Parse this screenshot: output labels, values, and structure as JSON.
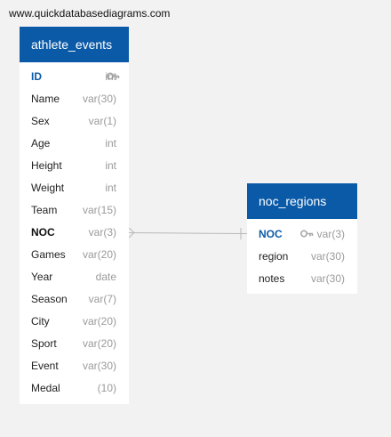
{
  "watermark": "www.quickdatabasediagrams.com",
  "tables": {
    "athlete_events": {
      "title": "athlete_events",
      "columns": [
        {
          "name": "ID",
          "type": "int",
          "key": "pk"
        },
        {
          "name": "Name",
          "type": "var(30)"
        },
        {
          "name": "Sex",
          "type": "var(1)"
        },
        {
          "name": "Age",
          "type": "int"
        },
        {
          "name": "Height",
          "type": "int"
        },
        {
          "name": "Weight",
          "type": "int"
        },
        {
          "name": "Team",
          "type": "var(15)"
        },
        {
          "name": "NOC",
          "type": "var(3)",
          "key": "fk"
        },
        {
          "name": "Games",
          "type": "var(20)"
        },
        {
          "name": "Year",
          "type": "date"
        },
        {
          "name": "Season",
          "type": "var(7)"
        },
        {
          "name": "City",
          "type": "var(20)"
        },
        {
          "name": "Sport",
          "type": "var(20)"
        },
        {
          "name": "Event",
          "type": "var(30)"
        },
        {
          "name": "Medal",
          "type": "(10)"
        }
      ]
    },
    "noc_regions": {
      "title": "noc_regions",
      "columns": [
        {
          "name": "NOC",
          "type": "var(3)",
          "key": "pk"
        },
        {
          "name": "region",
          "type": "var(30)"
        },
        {
          "name": "notes",
          "type": "var(30)"
        }
      ]
    }
  },
  "relationship": {
    "from": "athlete_events.NOC",
    "to": "noc_regions.NOC",
    "from_end": "many",
    "to_end": "one"
  },
  "colors": {
    "header": "#0b5aa8",
    "primary_key": "#0b5aa8",
    "type": "#9a9a9a",
    "connector": "#b8b8b8",
    "background": "#f2f2f2"
  }
}
